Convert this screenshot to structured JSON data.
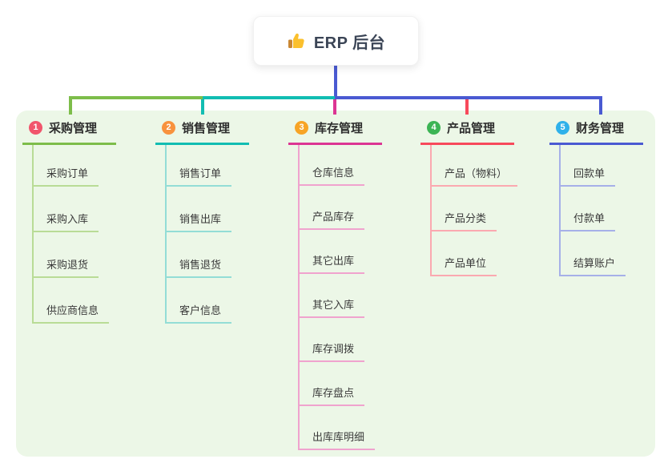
{
  "root": {
    "title": "ERP 后台",
    "icon": "thumbs-up-icon"
  },
  "colors": {
    "canvas_bg": "#ffffff",
    "panel_bg": "#ecf7e7",
    "root_link": "#4a5ad2",
    "text_dark": "#2e2e2e"
  },
  "branches": [
    {
      "num": "1",
      "label": "采购管理",
      "color": "#7dbd4a",
      "pale_color": "#b9dc96",
      "badge_color": "#f1556c",
      "children": [
        "采购订单",
        "采购入库",
        "采购退货",
        "供应商信息"
      ]
    },
    {
      "num": "2",
      "label": "销售管理",
      "color": "#12bdb2",
      "pale_color": "#93ddd6",
      "badge_color": "#f8923e",
      "children": [
        "销售订单",
        "销售出库",
        "销售退货",
        "客户信息"
      ]
    },
    {
      "num": "3",
      "label": "库存管理",
      "color": "#dc3593",
      "pale_color": "#f0a3ce",
      "badge_color": "#f7a426",
      "children": [
        "仓库信息",
        "产品库存",
        "其它出库",
        "其它入库",
        "库存调拨",
        "库存盘点",
        "出库库明细"
      ]
    },
    {
      "num": "4",
      "label": "产品管理",
      "color": "#f7495b",
      "pale_color": "#fba9b0",
      "badge_color": "#3cb454",
      "children": [
        "产品（物料）",
        "产品分类",
        "产品单位"
      ]
    },
    {
      "num": "5",
      "label": "财务管理",
      "color": "#4a5ad2",
      "pale_color": "#a6b0e8",
      "badge_color": "#2fb1ea",
      "children": [
        "回款单",
        "付款单",
        "结算账户"
      ]
    }
  ]
}
